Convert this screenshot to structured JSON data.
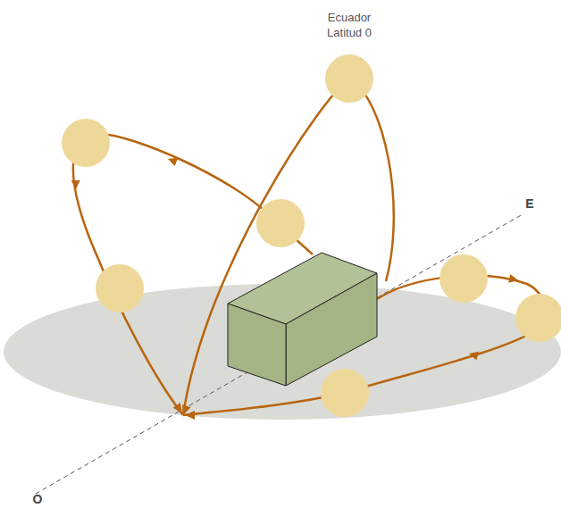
{
  "diagram": {
    "labels": [
      "Ecuador Latitud 0",
      "E",
      "O"
    ]
  }
}
